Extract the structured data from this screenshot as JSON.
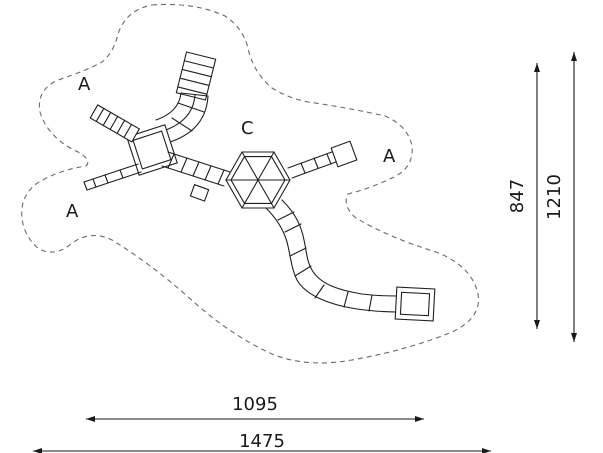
{
  "labels": {
    "zone_a_top": "A",
    "zone_a_left": "A",
    "unit_c": "C",
    "zone_a_right": "A"
  },
  "dimensions": {
    "inner_height": "847",
    "outer_height": "1210",
    "inner_width": "1095",
    "outer_width": "1475"
  }
}
